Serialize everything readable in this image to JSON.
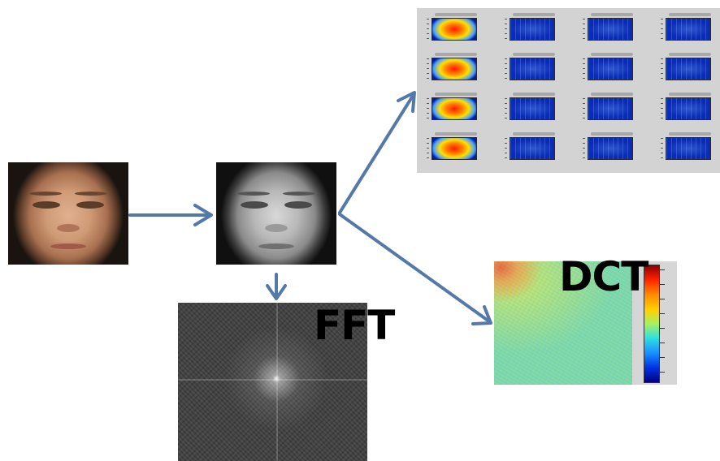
{
  "labels": {
    "fft": "FFT",
    "dct": "DCT"
  },
  "colors": {
    "arrow": "#5478a8",
    "label_text": "#000000",
    "grid_background": "#d3d3d3"
  },
  "feature_grid": {
    "rows": 4,
    "columns": 4,
    "first_column_style": "hot",
    "other_columns_style": "cool"
  }
}
